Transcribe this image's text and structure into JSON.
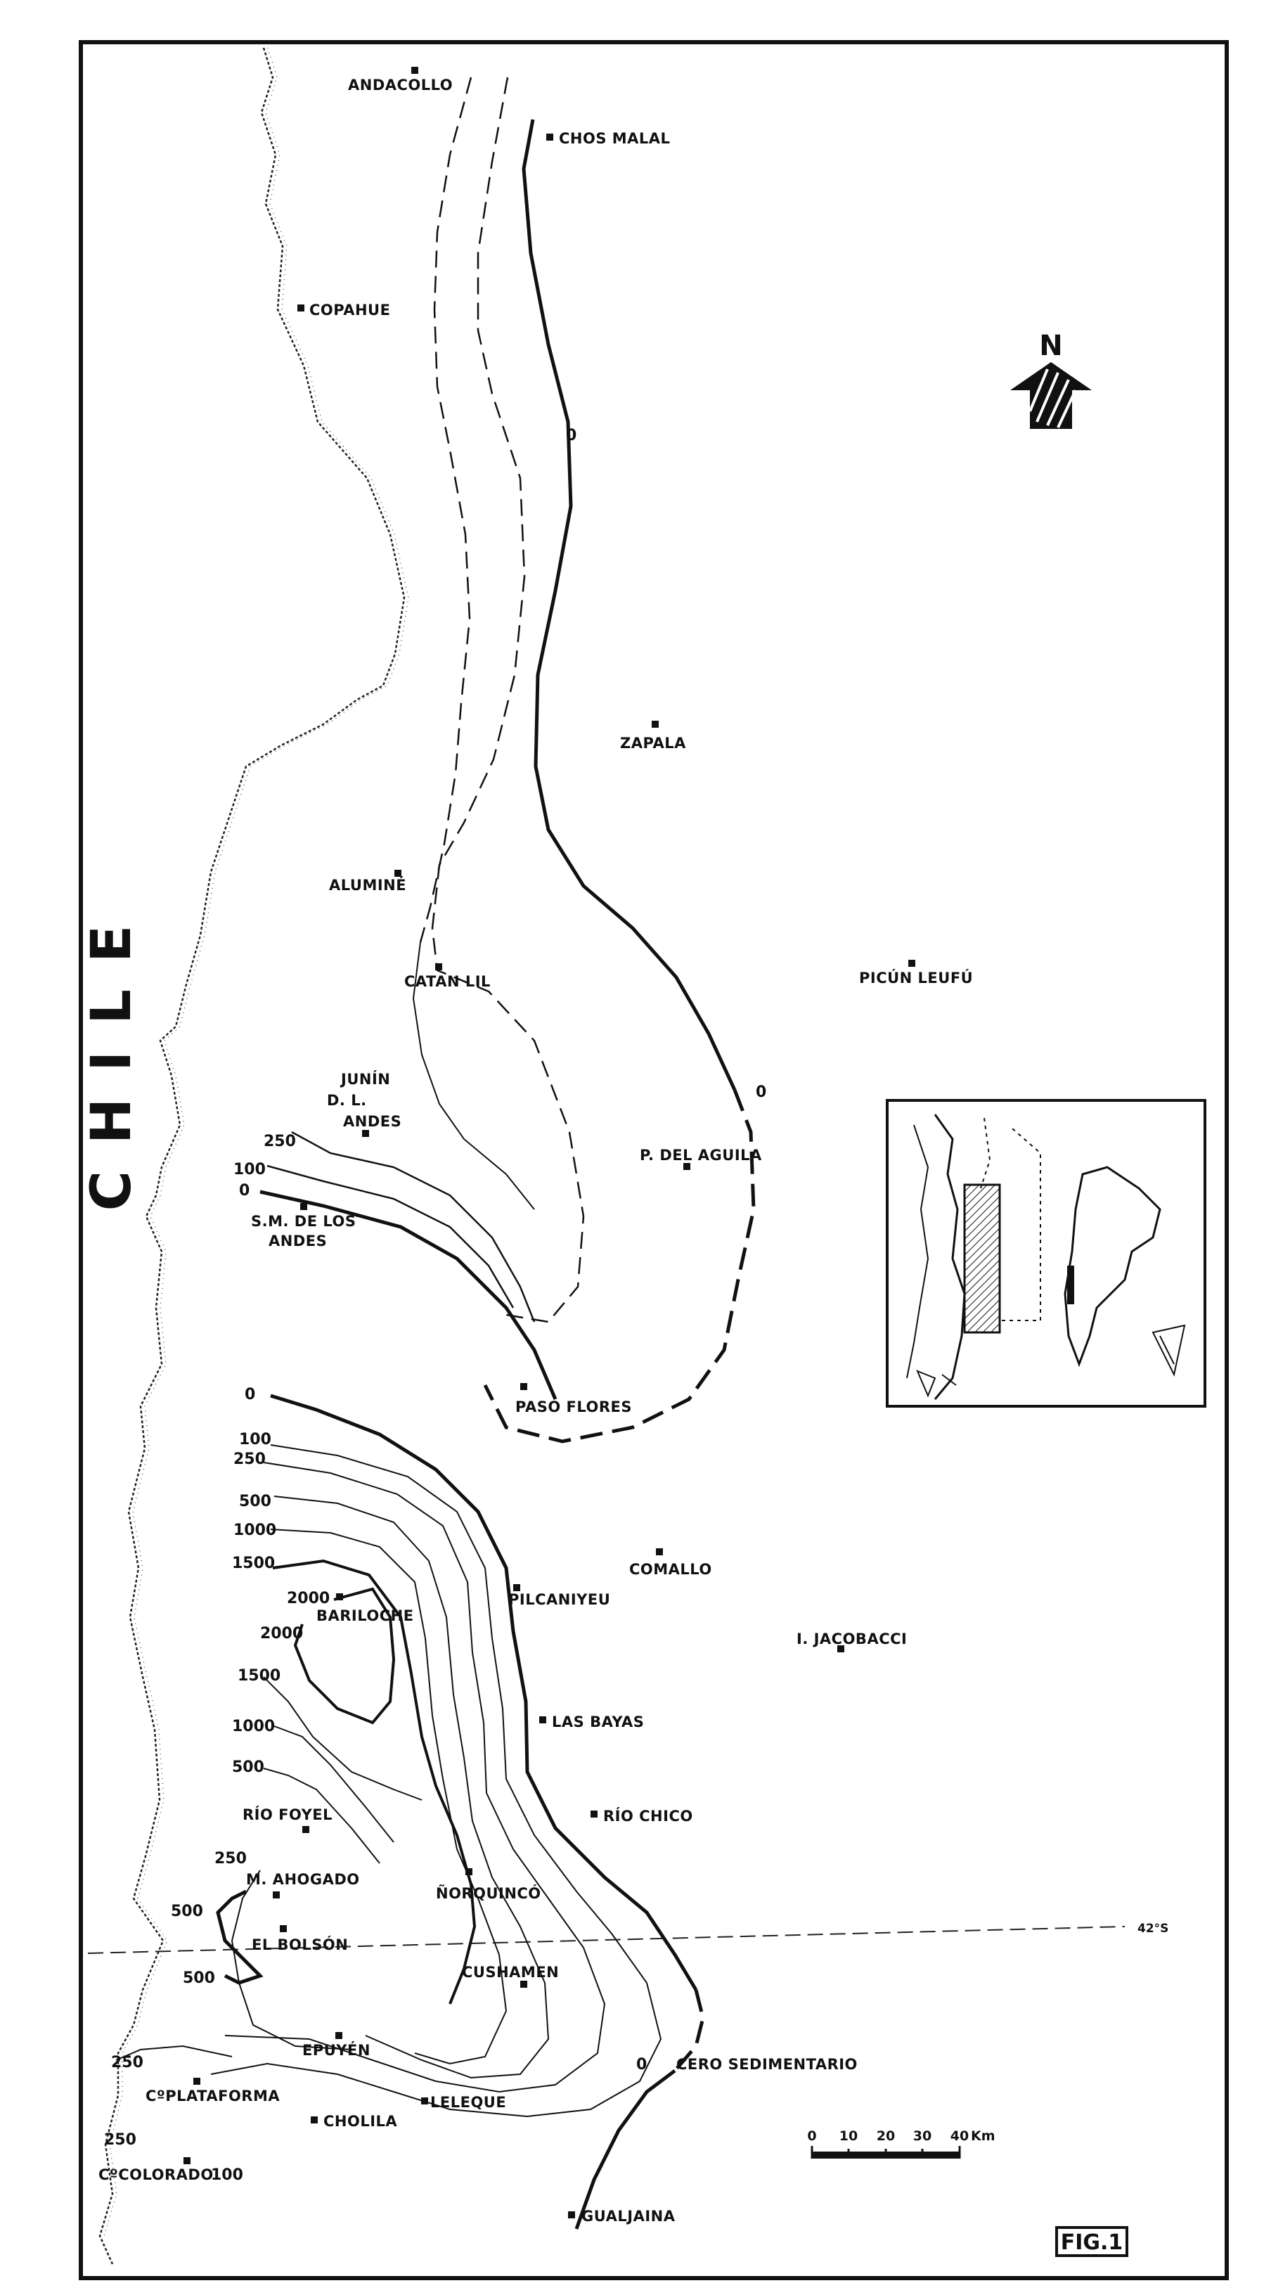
{
  "country_label": "CHILE",
  "north_label": "N",
  "figure_label": "FIG.1",
  "latitude_label": "42°S",
  "scale": {
    "ticks": [
      "0",
      "10",
      "20",
      "30",
      "40"
    ],
    "unit": "Km"
  },
  "places": [
    {
      "name": "ANDACOLLO"
    },
    {
      "name": "CHOS MALAL"
    },
    {
      "name": "COPAHUE"
    },
    {
      "name": "ZAPALA"
    },
    {
      "name": "ALUMINÉ"
    },
    {
      "name": "PICÚN LEUFÚ"
    },
    {
      "name": "CATAN LIL"
    },
    {
      "name": "JUNÍN"
    },
    {
      "name": "D. L."
    },
    {
      "name": "ANDES"
    },
    {
      "name": "P. DEL AGUILA"
    },
    {
      "name": "S.M. DE LOS"
    },
    {
      "name": "ANDES"
    },
    {
      "name": "PASO FLORES"
    },
    {
      "name": "COMALLO"
    },
    {
      "name": "PILCANIYEU"
    },
    {
      "name": "BARILOCHE"
    },
    {
      "name": "I. JACOBACCI"
    },
    {
      "name": "LAS BAYAS"
    },
    {
      "name": "RÍO FOYEL"
    },
    {
      "name": "RÍO CHICO"
    },
    {
      "name": "M. AHOGADO"
    },
    {
      "name": "ÑORQUINCÓ"
    },
    {
      "name": "EL BOLSÓN"
    },
    {
      "name": "CUSHAMEN"
    },
    {
      "name": "EPUYÉN"
    },
    {
      "name": "CERO SEDIMENTARIO"
    },
    {
      "name": "CºPLATAFORMA"
    },
    {
      "name": "LELEQUE"
    },
    {
      "name": "CHOLILA"
    },
    {
      "name": "CºCOLORADO"
    },
    {
      "name": "GUALJAINA"
    }
  ],
  "contour_labels": [
    {
      "value": "0"
    },
    {
      "value": "0"
    },
    {
      "value": "250"
    },
    {
      "value": "100"
    },
    {
      "value": "0"
    },
    {
      "value": "0"
    },
    {
      "value": "100"
    },
    {
      "value": "250"
    },
    {
      "value": "500"
    },
    {
      "value": "1000"
    },
    {
      "value": "1500"
    },
    {
      "value": "2000"
    },
    {
      "value": "2000"
    },
    {
      "value": "1500"
    },
    {
      "value": "1000"
    },
    {
      "value": "500"
    },
    {
      "value": "250"
    },
    {
      "value": "500"
    },
    {
      "value": "500"
    },
    {
      "value": "250"
    },
    {
      "value": "250"
    },
    {
      "value": "100"
    },
    {
      "value": "0"
    }
  ]
}
